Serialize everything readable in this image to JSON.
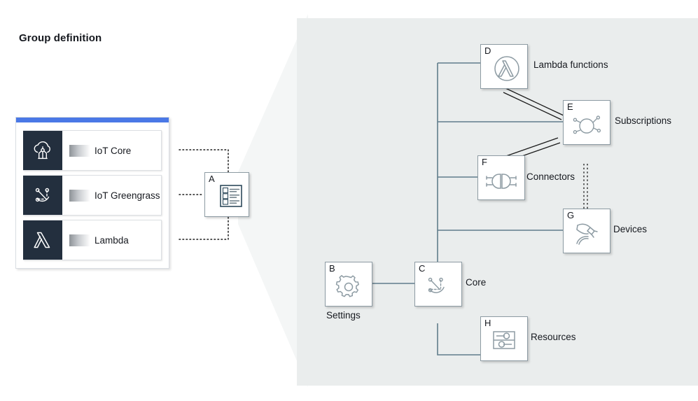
{
  "colors": {
    "panel_bg": "#eaeded",
    "accent_blue": "#4a78e6",
    "tile_dark": "#232f3e",
    "line_gray": "#607d8b",
    "line_black": "#1a1a1a",
    "node_border": "#8d9ba3",
    "text": "#16191f"
  },
  "services_panel": {
    "items": [
      {
        "label": "IoT Core",
        "icon": "iot-core-cloud-icon"
      },
      {
        "label": "IoT Greengrass",
        "icon": "iot-greengrass-icon"
      },
      {
        "label": "Lambda",
        "icon": "lambda-icon"
      }
    ]
  },
  "hub_node": {
    "letter": "A",
    "icon": "group-list-icon"
  },
  "group_panel": {
    "title": "Group definition",
    "nodes": [
      {
        "letter": "D",
        "label": "Lambda functions",
        "icon": "lambda-circle-icon"
      },
      {
        "letter": "E",
        "label": "Subscriptions",
        "icon": "subscriptions-hub-icon"
      },
      {
        "letter": "F",
        "label": "Connectors",
        "icon": "connector-plug-icon"
      },
      {
        "letter": "G",
        "label": "Devices",
        "icon": "robot-arm-icon"
      },
      {
        "letter": "B",
        "label": "Settings",
        "icon": "gear-icon"
      },
      {
        "letter": "C",
        "label": "Core",
        "icon": "greengrass-core-icon"
      },
      {
        "letter": "H",
        "label": "Resources",
        "icon": "resources-sliders-icon"
      }
    ]
  }
}
